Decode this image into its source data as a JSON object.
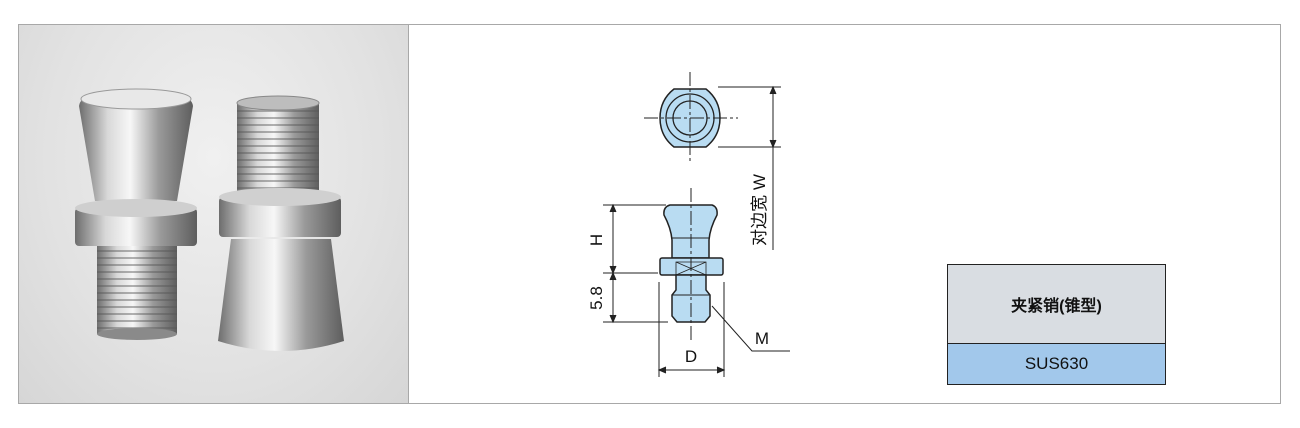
{
  "drawing": {
    "dimension_h": "H",
    "dimension_58": "5.8",
    "dimension_d": "D",
    "dimension_m": "M",
    "dimension_w": "对边宽 W"
  },
  "spec": {
    "name": "夹紧销(锥型)",
    "material": "SUS630"
  },
  "colors": {
    "part_fill": "#b9dcf2",
    "header_bg": "#d9dde2",
    "material_bg": "#a2c8eb"
  }
}
